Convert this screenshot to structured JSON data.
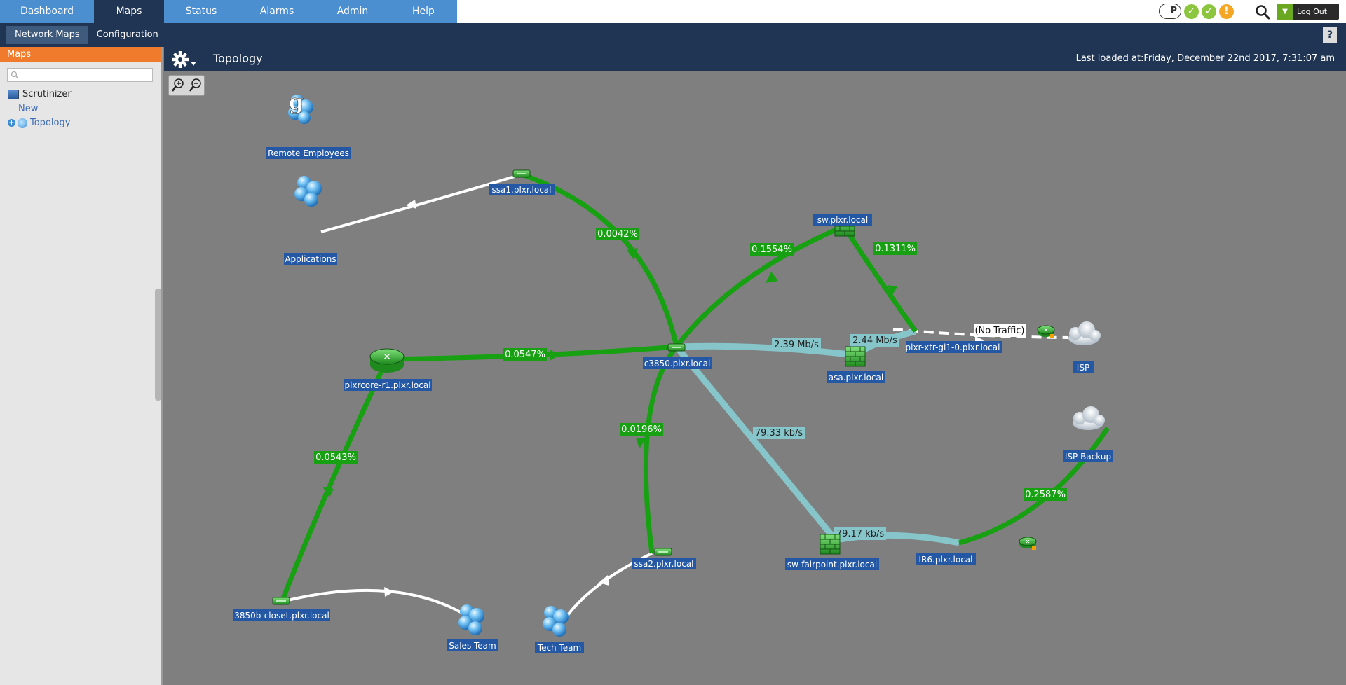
{
  "nav": {
    "tabs": [
      {
        "label": "Dashboard",
        "active": false
      },
      {
        "label": "Maps",
        "active": true
      },
      {
        "label": "Status",
        "active": false
      },
      {
        "label": "Alarms",
        "active": false
      },
      {
        "label": "Admin",
        "active": false
      },
      {
        "label": "Help",
        "active": false
      }
    ],
    "status_p": "P",
    "logout_label": "Log Out"
  },
  "subnav": {
    "tabs": [
      {
        "label": "Network Maps",
        "active": true
      },
      {
        "label": "Configuration",
        "active": false
      }
    ],
    "help_label": "?"
  },
  "sidebar": {
    "header": "Maps",
    "search_placeholder": "",
    "root": "Scrutinizer",
    "items": [
      "New",
      "Topology"
    ]
  },
  "topology": {
    "title": "Topology",
    "last_loaded": "Last loaded at:Friday, December 22nd 2017, 7:31:07 am"
  },
  "colors": {
    "nav_blue": "#4b8fd1",
    "dark_navy": "#1f3553",
    "sidebar_orange": "#f07b2d",
    "link_green": "#17a112",
    "link_teal": "#86c5c9",
    "label_blue": "#2458a4"
  },
  "map": {
    "nodes": [
      {
        "id": "remote",
        "label": "Remote Employees",
        "icon": "google-group-icon"
      },
      {
        "id": "apps",
        "label": "Applications",
        "icon": "group-icon"
      },
      {
        "id": "ssa1",
        "label": "ssa1.plxr.local",
        "icon": "switch-icon"
      },
      {
        "id": "sw",
        "label": "sw.plxr.local",
        "icon": "firewall-icon"
      },
      {
        "id": "xtr",
        "label": "plxr-xtr-gi1-0.plxr.local",
        "icon": "router-icon"
      },
      {
        "id": "isp",
        "label": "ISP",
        "icon": "cloud-icon"
      },
      {
        "id": "core",
        "label": "plxrcore-r1.plxr.local",
        "icon": "router-large-icon"
      },
      {
        "id": "c3850",
        "label": "c3850.plxr.local",
        "icon": "switch-icon"
      },
      {
        "id": "asa",
        "label": "asa.plxr.local",
        "icon": "firewall-icon"
      },
      {
        "id": "ispb",
        "label": "ISP Backup",
        "icon": "cloud-icon"
      },
      {
        "id": "ssa2",
        "label": "ssa2.plxr.local",
        "icon": "switch-icon"
      },
      {
        "id": "fair",
        "label": "sw-fairpoint.plxr.local",
        "icon": "firewall-icon"
      },
      {
        "id": "ir6",
        "label": "IR6.plxr.local",
        "icon": "router-icon"
      },
      {
        "id": "closet",
        "label": "3850b-closet.plxr.local",
        "icon": "switch-icon"
      },
      {
        "id": "sales",
        "label": "Sales Team",
        "icon": "group-icon"
      },
      {
        "id": "tech",
        "label": "Tech Team",
        "icon": "group-icon"
      }
    ],
    "links": [
      {
        "id": "ssa1-apps",
        "label": "",
        "style": "white"
      },
      {
        "id": "ssa1-c3850",
        "label": "0.0042%",
        "style": "green"
      },
      {
        "id": "c3850-sw",
        "label": "0.1554%",
        "style": "green"
      },
      {
        "id": "sw-xtr",
        "label": "0.1311%",
        "style": "green"
      },
      {
        "id": "xtr-isp",
        "label": "(No Traffic)",
        "style": "dashed"
      },
      {
        "id": "core-c3850",
        "label": "0.0547%",
        "style": "green"
      },
      {
        "id": "c3850-asa",
        "label": "2.39 Mb/s",
        "style": "teal"
      },
      {
        "id": "asa-xtr",
        "label": "2.44 Mb/s",
        "style": "teal"
      },
      {
        "id": "core-closet",
        "label": "0.0543%",
        "style": "green"
      },
      {
        "id": "c3850-ssa2",
        "label": "0.0196%",
        "style": "green"
      },
      {
        "id": "c3850-fair",
        "label": "79.33 kb/s",
        "style": "teal"
      },
      {
        "id": "fair-ir6",
        "label": "79.17 kb/s",
        "style": "teal"
      },
      {
        "id": "ir6-ispb",
        "label": "0.2587%",
        "style": "green"
      },
      {
        "id": "closet-sales",
        "label": "",
        "style": "white"
      },
      {
        "id": "ssa2-tech",
        "label": "",
        "style": "white"
      }
    ]
  }
}
